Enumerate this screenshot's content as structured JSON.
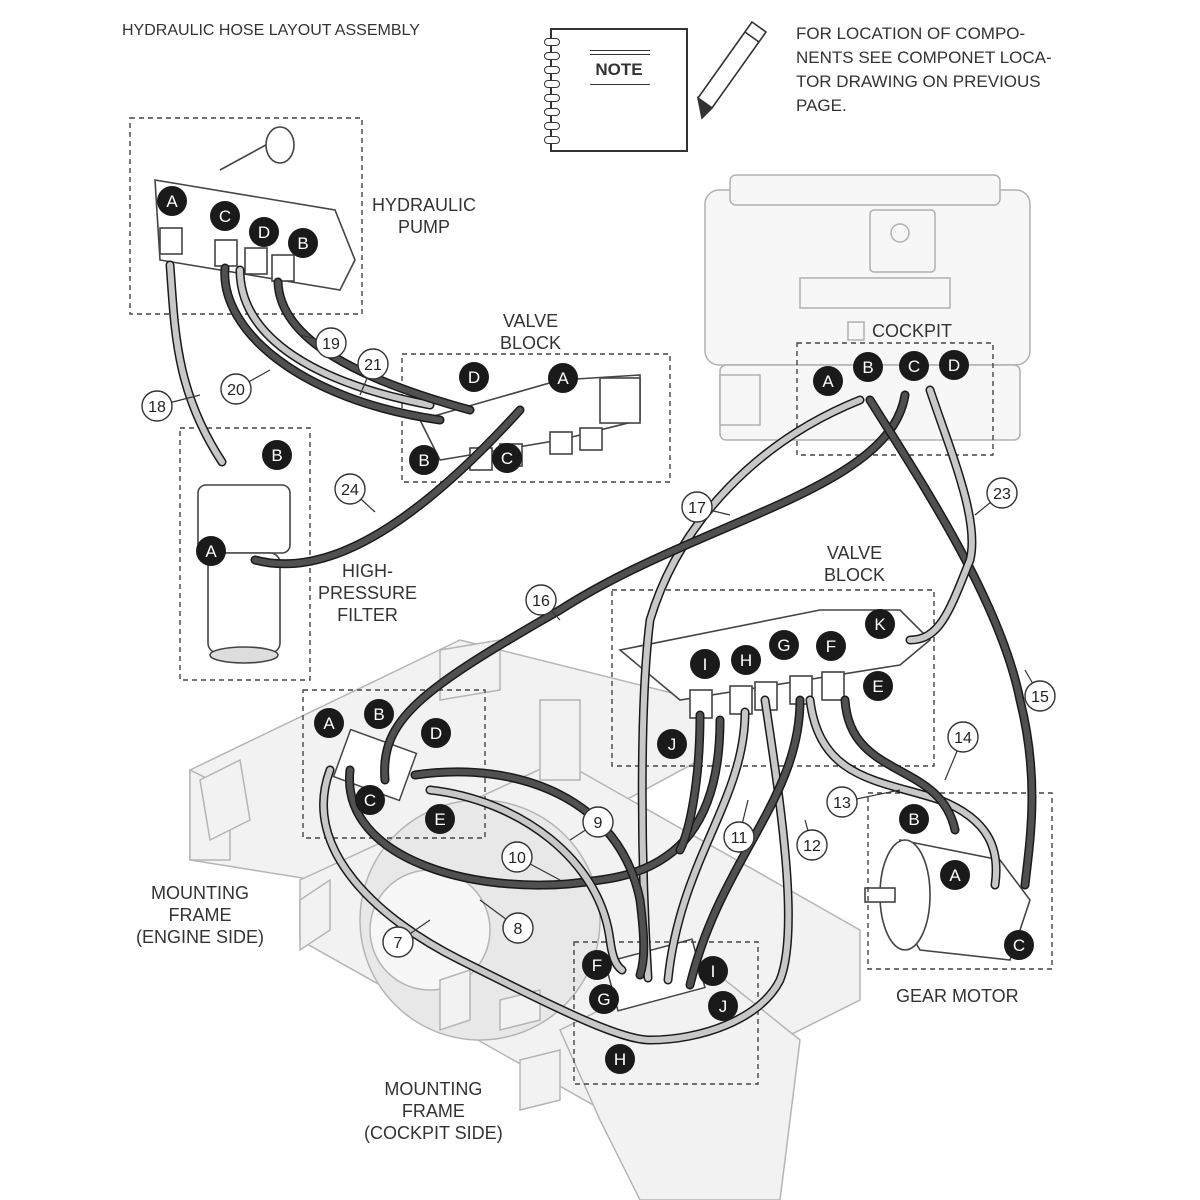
{
  "header": {
    "title": "HYDRAULIC HOSE LAYOUT ASSEMBLY",
    "note_word": "NOTE",
    "note_lines": [
      "FOR LOCATION OF COMPO-",
      "NENTS SEE COMPONET LOCA-",
      "TOR DRAWING ON PREVIOUS",
      "PAGE."
    ]
  },
  "components": {
    "pump": [
      "HYDRAULIC",
      "PUMP"
    ],
    "valve_block_top": [
      "VALVE",
      "BLOCK"
    ],
    "cockpit": "COCKPIT",
    "filter": [
      "HIGH-",
      "PRESSURE",
      "FILTER"
    ],
    "valve_block_mid": [
      "VALVE",
      "BLOCK"
    ],
    "frame_engine": [
      "MOUNTING",
      "FRAME",
      "(ENGINE SIDE)"
    ],
    "frame_cockpit": [
      "MOUNTING",
      "FRAME",
      "(COCKPIT SIDE)"
    ],
    "gear_motor": "GEAR MOTOR"
  },
  "port_letters": {
    "pump": [
      "A",
      "C",
      "D",
      "B"
    ],
    "valve_top": [
      "D",
      "A",
      "B",
      "C"
    ],
    "cockpit": [
      "A",
      "B",
      "C",
      "D"
    ],
    "filter": [
      "B",
      "A"
    ],
    "valve_mid": [
      "I",
      "H",
      "G",
      "F",
      "K",
      "E",
      "J"
    ],
    "frame_engine": [
      "A",
      "B",
      "D",
      "C",
      "E"
    ],
    "frame_cockpit": [
      "F",
      "G",
      "I",
      "J",
      "H"
    ],
    "gear_motor": [
      "B",
      "A",
      "C"
    ]
  },
  "hose_numbers": [
    "7",
    "8",
    "9",
    "10",
    "11",
    "12",
    "13",
    "14",
    "15",
    "16",
    "17",
    "18",
    "19",
    "20",
    "21",
    "23",
    "24"
  ],
  "colors": {
    "ink": "#1a1a1a",
    "hose_dark": "#505050",
    "hose_light": "#c8c8c8",
    "frame_fill": "#f2f2f2",
    "dash": "#444444"
  }
}
